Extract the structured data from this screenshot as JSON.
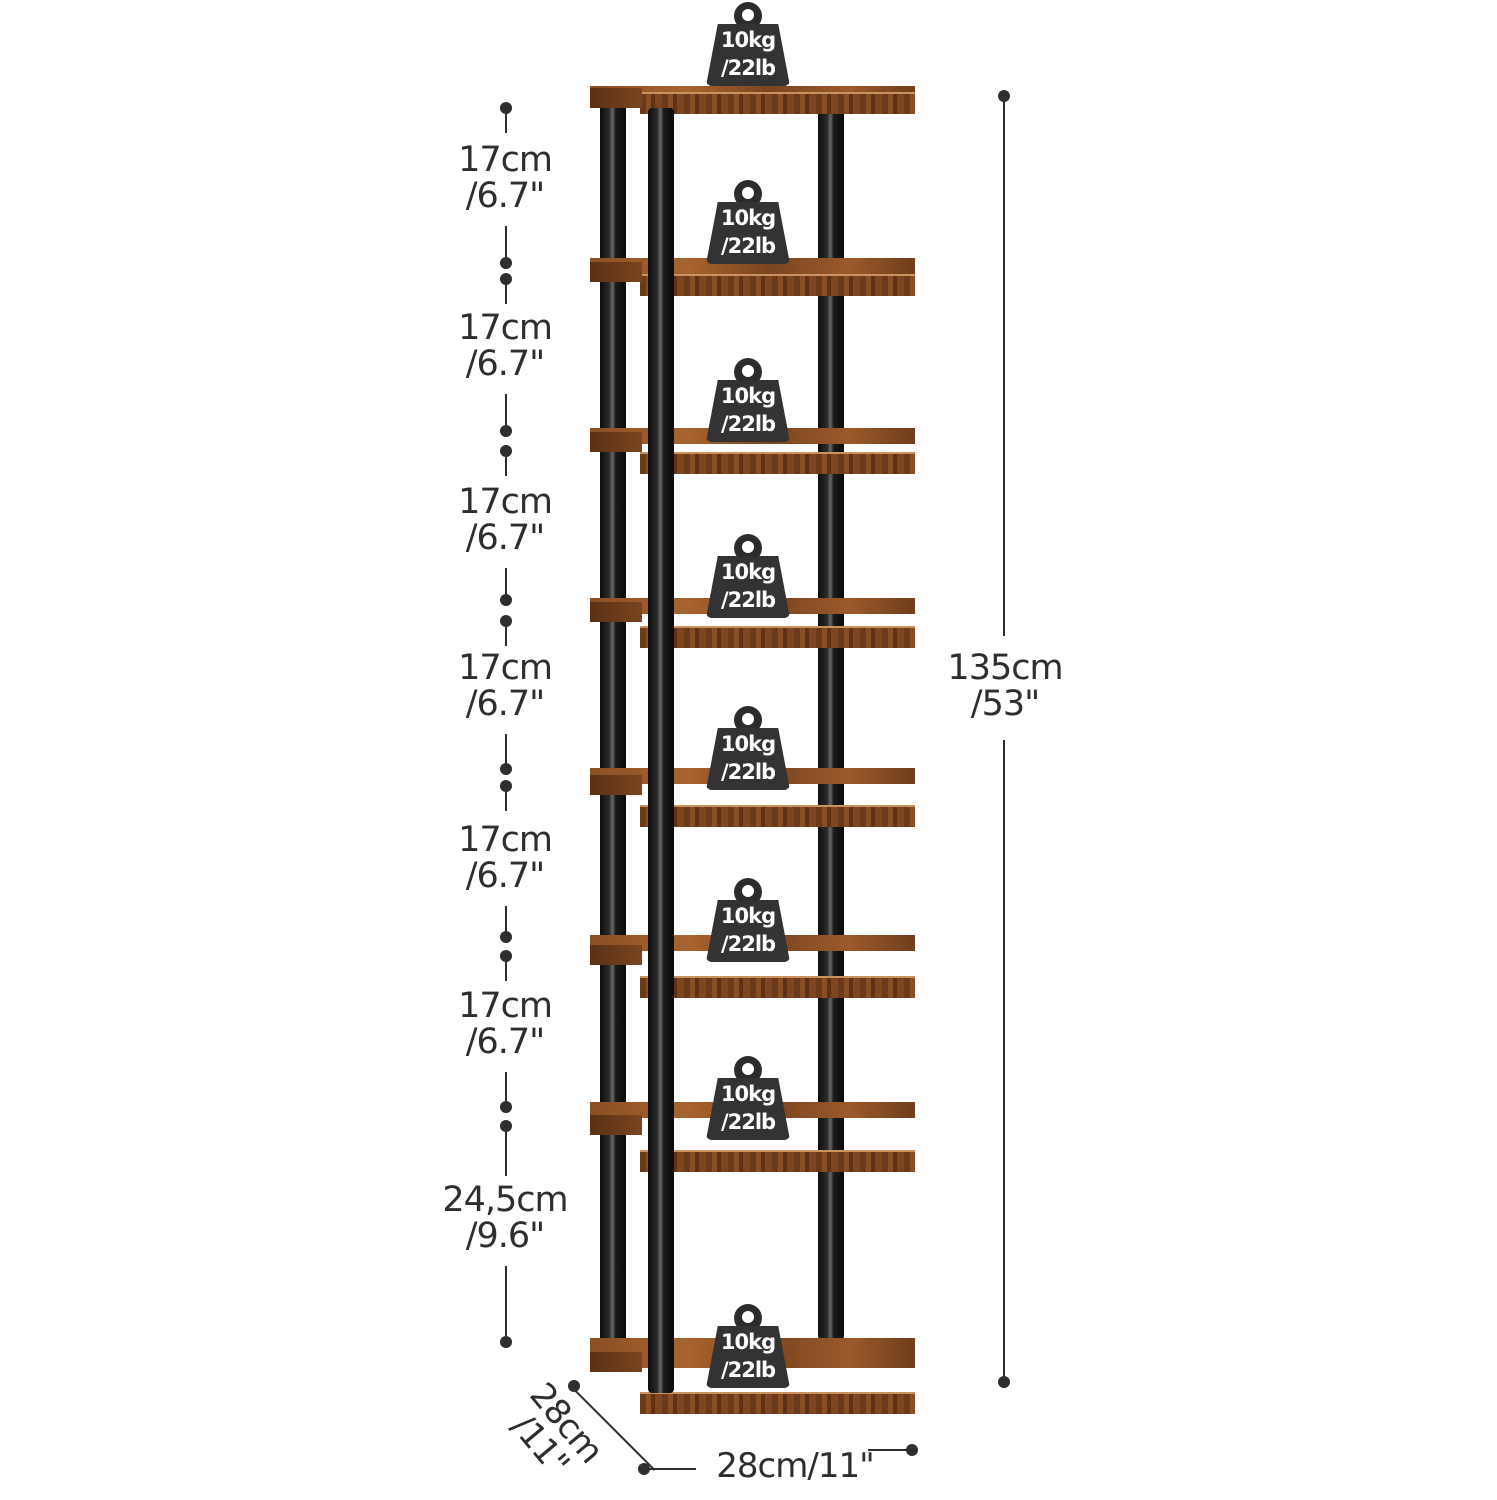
{
  "product": {
    "type": "8-tier vertical shoe rack",
    "tiers": 8,
    "shelf_color": "#8a4f24",
    "frame_color": "#111111",
    "label_color": "#2e2e2e"
  },
  "load_labels": [
    {
      "kg": "10kg",
      "lb": "/22lb"
    },
    {
      "kg": "10kg",
      "lb": "/22lb"
    },
    {
      "kg": "10kg",
      "lb": "/22lb"
    },
    {
      "kg": "10kg",
      "lb": "/22lb"
    },
    {
      "kg": "10kg",
      "lb": "/22lb"
    },
    {
      "kg": "10kg",
      "lb": "/22lb"
    },
    {
      "kg": "10kg",
      "lb": "/22lb"
    },
    {
      "kg": "10kg",
      "lb": "/22lb"
    }
  ],
  "tier_spacing": [
    {
      "cm": "17cm",
      "in": "/6.7\""
    },
    {
      "cm": "17cm",
      "in": "/6.7\""
    },
    {
      "cm": "17cm",
      "in": "/6.7\""
    },
    {
      "cm": "17cm",
      "in": "/6.7\""
    },
    {
      "cm": "17cm",
      "in": "/6.7\""
    },
    {
      "cm": "17cm",
      "in": "/6.7\""
    },
    {
      "cm": "24,5cm",
      "in": "/9.6\""
    }
  ],
  "total_height": {
    "cm": "135cm",
    "in": "/53\""
  },
  "width": {
    "label": "28cm/11\""
  },
  "depth": {
    "cm": "28cm",
    "in": "/11\""
  }
}
